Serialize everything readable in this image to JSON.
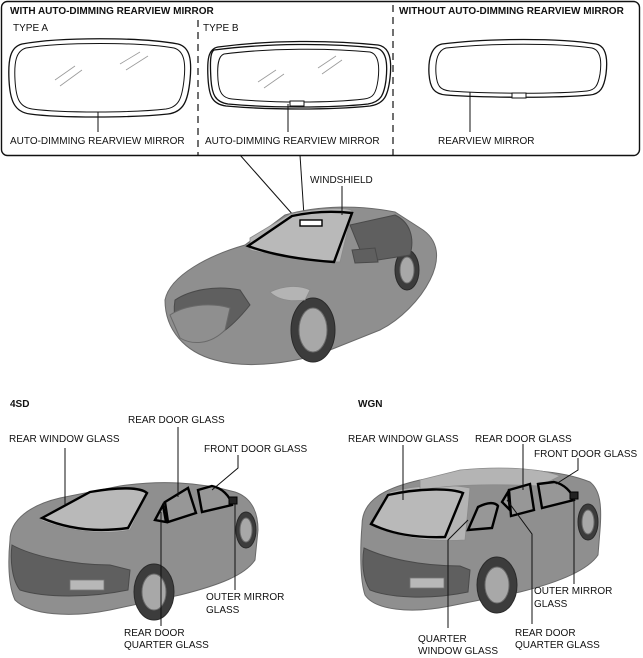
{
  "mirror_panel": {
    "with_heading": "WITH AUTO-DIMMING REARVIEW MIRROR",
    "without_heading": "WITHOUT AUTO-DIMMING REARVIEW MIRROR",
    "type_a": "TYPE A",
    "type_b": "TYPE B",
    "type_a_label": "AUTO-DIMMING REARVIEW MIRROR",
    "type_b_label": "AUTO-DIMMING REARVIEW MIRROR",
    "rearview_label": "REARVIEW MIRROR"
  },
  "front_view": {
    "windshield_label": "WINDSHIELD"
  },
  "sedan": {
    "heading": "4SD",
    "rear_window_glass": "REAR WINDOW GLASS",
    "rear_door_glass": "REAR DOOR GLASS",
    "front_door_glass": "FRONT DOOR GLASS",
    "outer_mirror_glass_1": "OUTER MIRROR",
    "outer_mirror_glass_2": "GLASS",
    "rear_door_quarter_1": "REAR DOOR",
    "rear_door_quarter_2": "QUARTER GLASS"
  },
  "wagon": {
    "heading": "WGN",
    "rear_window_glass": "REAR WINDOW GLASS",
    "rear_door_glass": "REAR DOOR GLASS",
    "front_door_glass": "FRONT DOOR GLASS",
    "outer_mirror_glass_1": "OUTER MIRROR",
    "outer_mirror_glass_2": "GLASS",
    "quarter_window_1": "QUARTER",
    "quarter_window_2": "WINDOW GLASS",
    "rear_door_quarter_1": "REAR DOOR",
    "rear_door_quarter_2": "QUARTER GLASS"
  }
}
